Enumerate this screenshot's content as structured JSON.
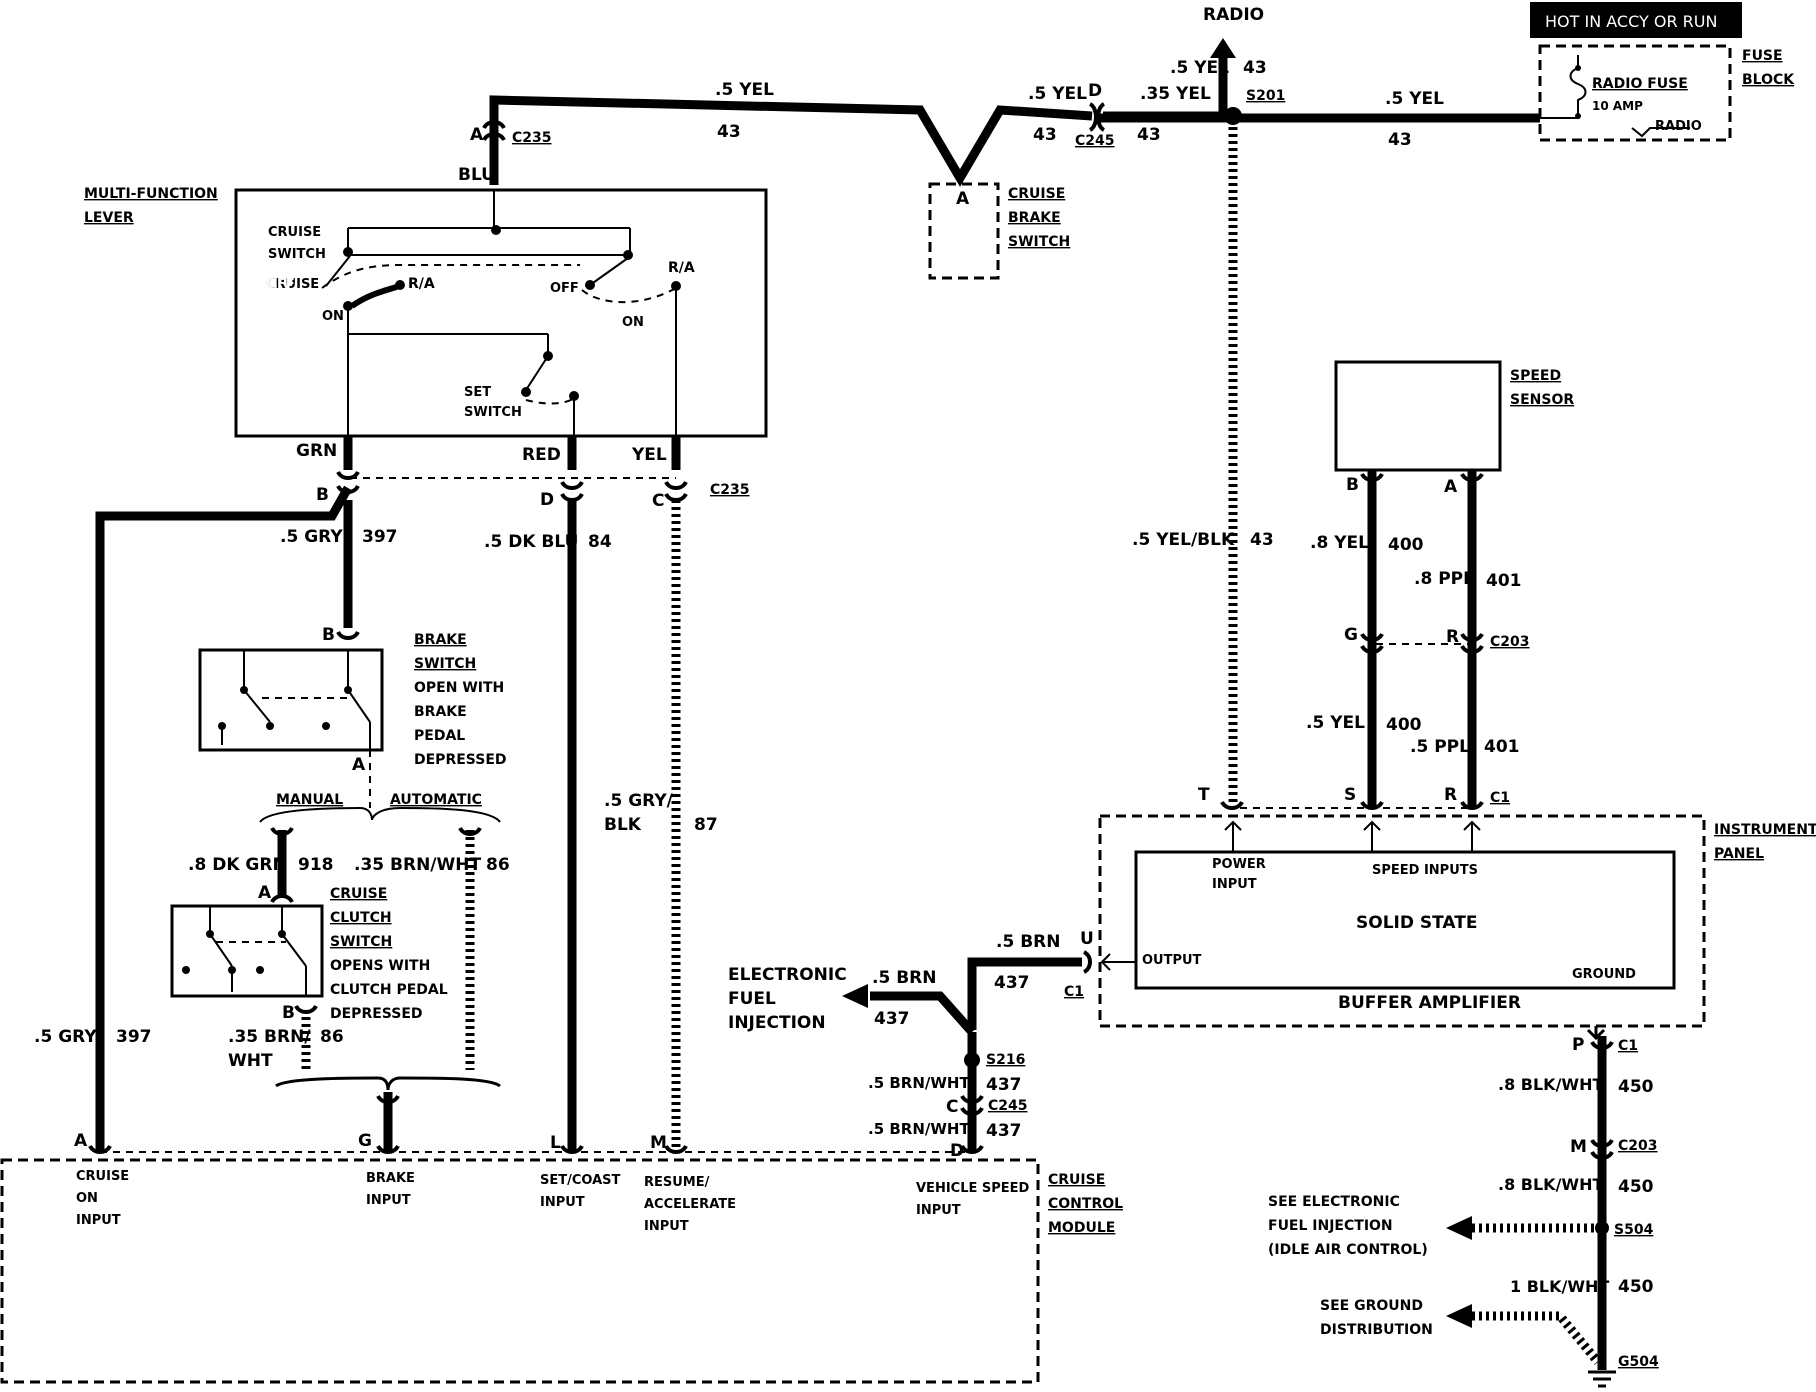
{
  "top": {
    "radio": "RADIO",
    "hot_badge": "HOT IN ACCY OR RUN",
    "fuse_block": [
      "FUSE",
      "BLOCK"
    ],
    "radio_fuse": "RADIO FUSE",
    "fuse_amp": "10 AMP",
    "fuse_radio": "RADIO"
  },
  "wires": {
    "yel5": ".5 YEL",
    "yel35": ".35 YEL",
    "n43": "43",
    "blu": "BLU",
    "grn": "GRN",
    "red": "RED",
    "yel": "YEL",
    "gry5": ".5 GRY",
    "n397": "397",
    "dkblu5": ".5 DK BLU",
    "n84": "84",
    "gryblk5": [
      ".5 GRY/",
      "BLK"
    ],
    "n87": "87",
    "dkgrn8": ".8 DK GRN",
    "n918": "918",
    "brnwht35": ".35 BRN/WHT",
    "n86": "86",
    "brnwht35b": [
      ".35 BRN/",
      "WHT"
    ],
    "yelblk5": ".5 YEL/BLK",
    "yel8": ".8 YEL",
    "n400": "400",
    "ppl8": ".8 PPL",
    "n401": "401",
    "ppl5": ".5 PPL",
    "brn5": ".5 BRN",
    "n437": "437",
    "brnwht5": ".5 BRN/WHT",
    "blkwht8": ".8 BLK/WHT",
    "n450": "450",
    "blkwht1": "1 BLK/WHT"
  },
  "connectors": {
    "c235": "C235",
    "c245": "C245",
    "s201": "S201",
    "c203": "C203",
    "c1": "C1",
    "s216": "S216",
    "s504": "S504",
    "g504": "G504"
  },
  "pins": {
    "A": "A",
    "B": "B",
    "C": "C",
    "D": "D",
    "G": "G",
    "L": "L",
    "M": "M",
    "T": "T",
    "S": "S",
    "R": "R",
    "U": "U",
    "P": "P"
  },
  "multifunction": {
    "title": [
      "MULTI-FUNCTION",
      "LEVER"
    ],
    "cruise_switch": [
      "CRUISE",
      "SWITCH"
    ],
    "off": "OFF",
    "ra": "R/A",
    "on": "ON",
    "set_switch": [
      "SET",
      "SWITCH"
    ]
  },
  "cruise_brake": [
    "CRUISE",
    "BRAKE",
    "SWITCH"
  ],
  "brake_switch": [
    "BRAKE",
    "SWITCH",
    "OPEN WITH",
    "BRAKE",
    "PEDAL",
    "DEPRESSED"
  ],
  "manual": "MANUAL",
  "automatic": "AUTOMATIC",
  "clutch_switch": [
    "CRUISE",
    "CLUTCH",
    "SWITCH",
    "OPENS WITH",
    "CLUTCH PEDAL",
    "DEPRESSED"
  ],
  "speed_sensor": [
    "SPEED",
    "SENSOR"
  ],
  "instrument_panel": [
    "INSTRUMENT",
    "PANEL"
  ],
  "buffer": {
    "power_input": [
      "POWER",
      "INPUT"
    ],
    "speed_inputs": "SPEED INPUTS",
    "solid_state": "SOLID STATE",
    "output": "OUTPUT",
    "ground": "GROUND",
    "name": "BUFFER AMPLIFIER"
  },
  "efi": [
    "ELECTRONIC",
    "FUEL",
    "INJECTION"
  ],
  "module": {
    "name": [
      "CRUISE",
      "CONTROL",
      "MODULE"
    ],
    "cruise_on": [
      "CRUISE",
      "ON",
      "INPUT"
    ],
    "brake_input": [
      "BRAKE",
      "INPUT"
    ],
    "set_coast": [
      "SET/COAST",
      "INPUT"
    ],
    "resume": [
      "RESUME/",
      "ACCELERATE",
      "INPUT"
    ],
    "vehicle_speed": [
      "VEHICLE SPEED",
      "INPUT"
    ]
  },
  "see_efi": [
    "SEE ELECTRONIC",
    "FUEL INJECTION",
    "(IDLE AIR CONTROL)"
  ],
  "see_ground": [
    "SEE GROUND",
    "DISTRIBUTION"
  ]
}
